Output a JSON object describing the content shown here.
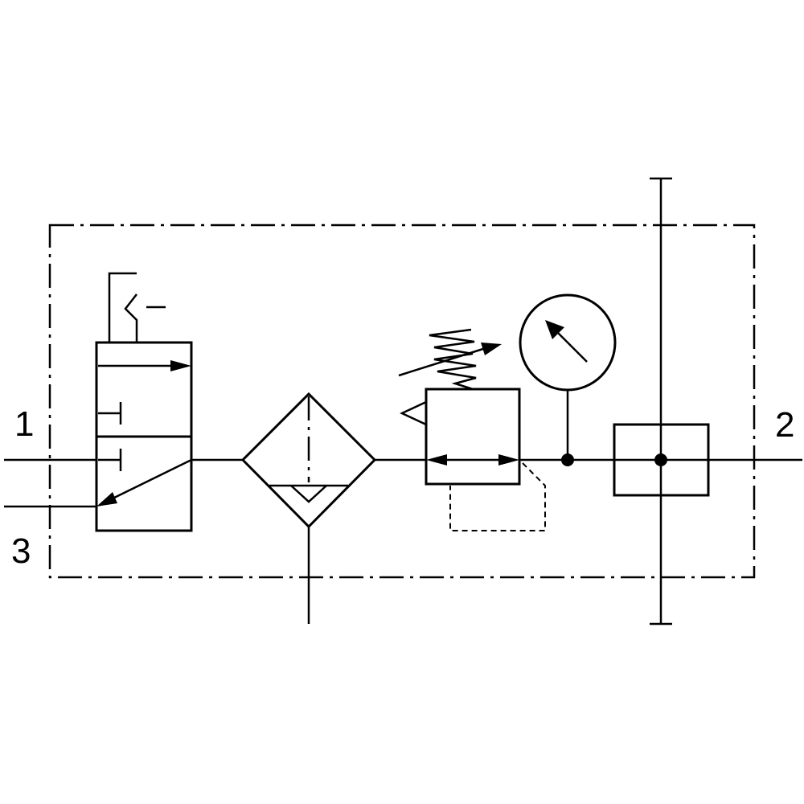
{
  "ports": {
    "inlet": "1",
    "exhaust": "3",
    "outlet": "2"
  },
  "components": [
    "manual-3-2-valve",
    "filter-with-drain",
    "pressure-regulator",
    "pressure-gauge",
    "distribution-block"
  ],
  "colors": {
    "stroke": "#000000",
    "background": "#ffffff"
  }
}
